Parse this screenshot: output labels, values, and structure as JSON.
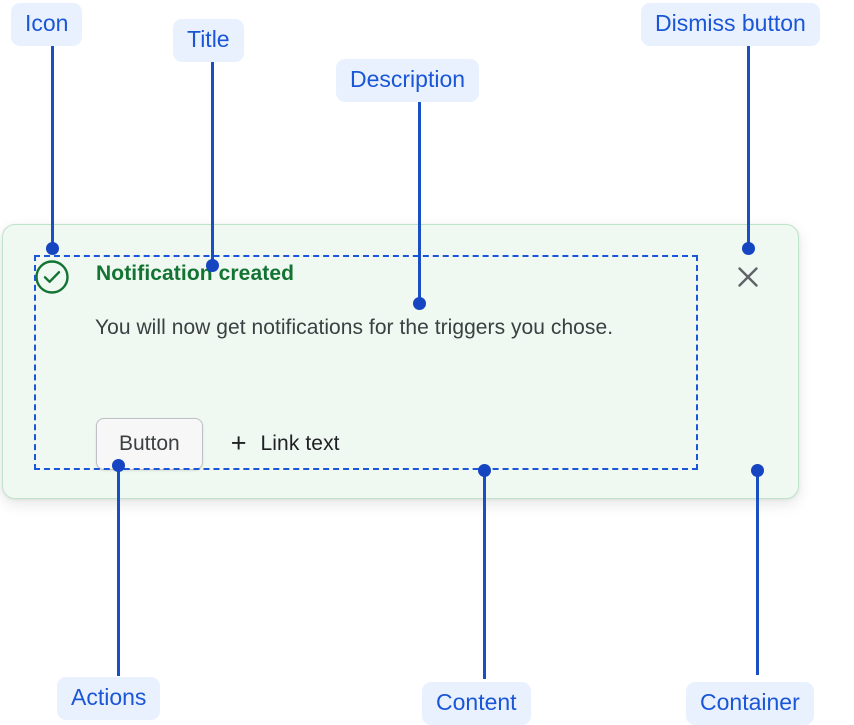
{
  "toast": {
    "icon": "check-circle-icon",
    "title": "Notification created",
    "description": "You will now get notifications for the triggers you chose.",
    "button_label": "Button",
    "link_plus": "+",
    "link_label": "Link text",
    "dismiss_icon": "close-icon",
    "colors": {
      "background": "#eff8f1",
      "border": "#bfe3ca",
      "title": "#137333",
      "description": "#3c4043",
      "icon": "#137333"
    }
  },
  "annotations": {
    "accent": "#1a56d6",
    "badge_background": "#e9f1fe",
    "items": [
      {
        "id": "icon",
        "label": "Icon"
      },
      {
        "id": "title",
        "label": "Title"
      },
      {
        "id": "description",
        "label": "Description"
      },
      {
        "id": "dismiss-button",
        "label": "Dismiss button"
      },
      {
        "id": "actions",
        "label": "Actions"
      },
      {
        "id": "content",
        "label": "Content"
      },
      {
        "id": "container",
        "label": "Container"
      }
    ]
  }
}
